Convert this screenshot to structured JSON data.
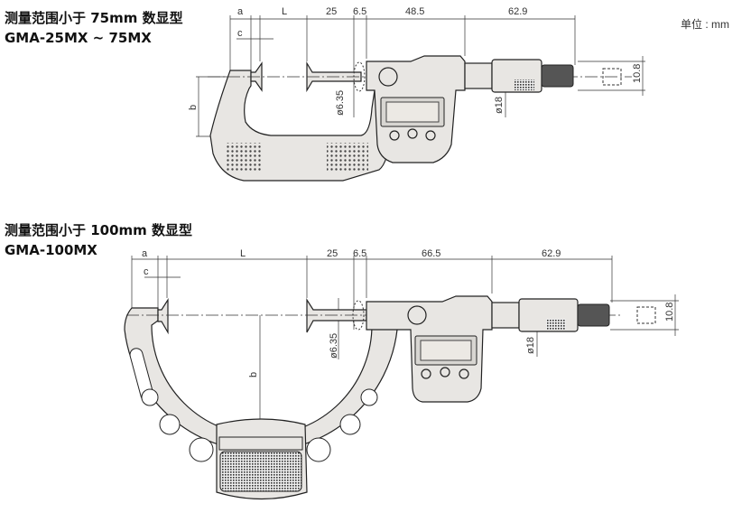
{
  "unit_label": "单位 : mm",
  "diagrams": [
    {
      "title": "测量范围小于 75mm 数显型",
      "model": "GMA-25MX ~ 75MX",
      "dims": {
        "a": "a",
        "L": "L",
        "d25": "25",
        "d65": "6.5",
        "body": "48.5",
        "sleeve": "62.9",
        "c": "c",
        "b": "b",
        "spindle_dia": "ø6.35",
        "thimble_dia": "ø18",
        "height": "10.8"
      }
    },
    {
      "title": "测量范围小于 100mm 数显型",
      "model": "GMA-100MX",
      "dims": {
        "a": "a",
        "L": "L",
        "d25": "25",
        "d65": "6.5",
        "body": "66.5",
        "sleeve": "62.9",
        "c": "c",
        "b": "b",
        "spindle_dia": "ø6.35",
        "thimble_dia": "ø18",
        "height": "10.8"
      }
    }
  ]
}
